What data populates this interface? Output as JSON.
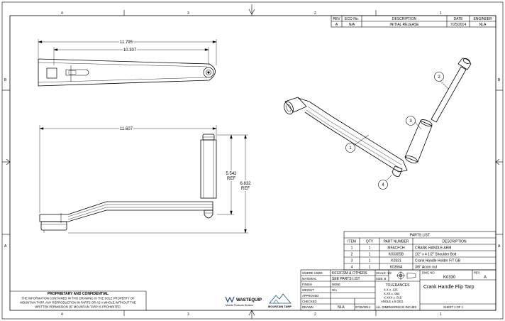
{
  "zones": {
    "top": [
      "4",
      "3",
      "2",
      "1"
    ],
    "bottom": [
      "4",
      "3",
      "2",
      "1"
    ],
    "left": [
      "B",
      "A"
    ],
    "right": [
      "B",
      "A"
    ]
  },
  "revision": {
    "headers": [
      "REV",
      "ECO No.",
      "DESCRIPTION",
      "DATE",
      "ENGINEER"
    ],
    "row": [
      "A",
      "N/A",
      "INITIAL RELEASE",
      "7/25/2014",
      "NLA"
    ]
  },
  "dimensions": {
    "top_overall": "11.795",
    "top_inner": "10.307",
    "side_overall": "11.607",
    "height_1": "5.542",
    "height_1_ref": "REF",
    "height_2": "6.832",
    "height_2_ref": "REF"
  },
  "balloons": [
    "1",
    "2",
    "3",
    "4"
  ],
  "parts_list": {
    "title": "PARTS LIST",
    "headers": [
      "ITEM",
      "QTY",
      "PART NUMBER",
      "DESCRIPTION"
    ],
    "rows": [
      [
        "1",
        "1",
        "MFACFCH",
        "CRANK HANDLE ARM"
      ],
      [
        "2",
        "1",
        "K0330SB",
        "1/2\" x 4 1/2\" Shoulder Bolt"
      ],
      [
        "3",
        "1",
        "K0331",
        "Crank Handle Holder F/T GB"
      ],
      [
        "4",
        "1",
        "K0356A",
        "3/8\" Acorn nut"
      ]
    ]
  },
  "title_block": {
    "where_used_label": "WHERE USED:",
    "where_used": "K012CSM & OTHERS",
    "material_label": "MATERIAL",
    "material": "SEE PARTS LIST",
    "finish_label": "FINISH",
    "finish": "NONE",
    "weight_label": "WEIGHT",
    "weight": "N/A",
    "approved_label": "APPROVED",
    "checked_label": "CHECKED",
    "drawn_label": "DRAWN",
    "drawn_by": "NLA",
    "drawn_date": "07/25/2014",
    "scale": "SCALE: 1/2",
    "size": "SIZE: B",
    "tolerances_title": "TOLERANCES",
    "tol_1": "X.X ± .125",
    "tol_2": "X.XX ± .062",
    "tol_3": "X.XXX ± .015",
    "tol_4": "ANGLE ± 5 DEG.",
    "units_note": "ALL DIMENSIONS IN INCHES",
    "dwg_no_label": "DWG NO.",
    "dwg_no": "K0330",
    "rev_label": "REV",
    "rev": "A",
    "title": "Crank Handle Flip Tarp",
    "sheet": "SHEET 1 OF 1"
  },
  "proprietary": {
    "heading": "PROPRIETARY AND CONFIDENTIAL",
    "line1": "THE INFORMATION CONTAINED IN THIS DRAWING IS THE SOLE PROPERTY OF",
    "line2": "MOUNTAIN TARP.  ANY REPRODUCTION IN PARTS OR AS A WHOLE WITHOUT THE",
    "line3": "WRITTEN PERMISSION OF MOUNTAIN TARP IS PROHIBITED."
  },
  "logos": {
    "wastequip": "WASTEQUIP",
    "wastequip_sub": "Mobile Products Division",
    "mountain_tarp": "MOUNTAIN TARP"
  }
}
